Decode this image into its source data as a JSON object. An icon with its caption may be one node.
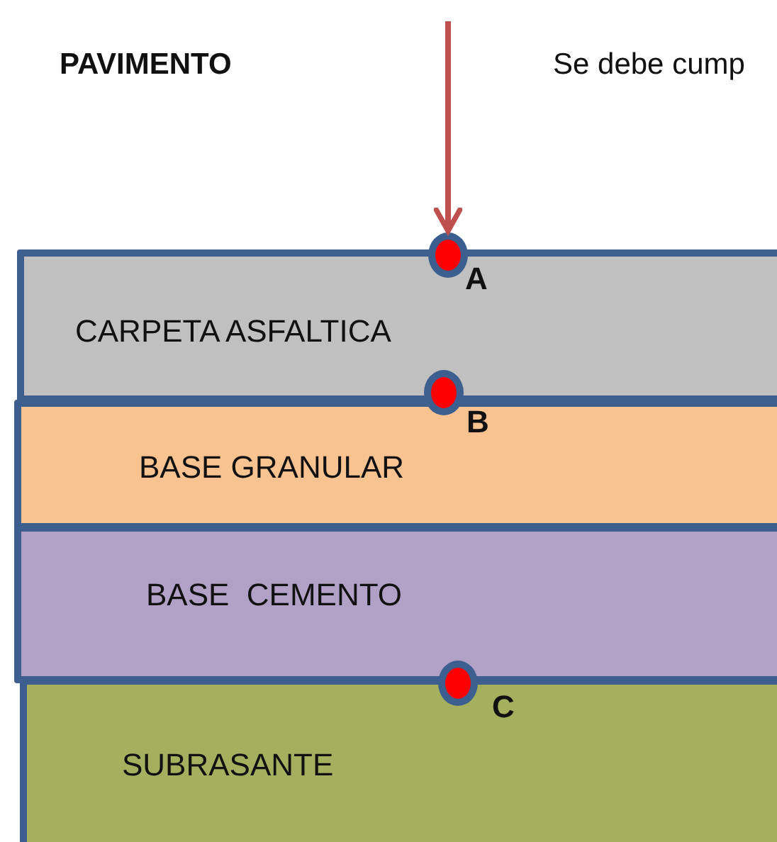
{
  "diagram": {
    "nodes": [
      {
        "text": [
          "CARPETA ASFALTICA"
        ]
      },
      {
        "text": [
          "BASE GRANULAR"
        ]
      },
      {
        "text": [
          "BASE  CEMENTO"
        ]
      },
      {
        "text": [
          "SUBRASANTE"
        ]
      },
      {
        "text": [],
        "shape": "circle",
        "beside": [
          "A"
        ]
      },
      {
        "text": [],
        "shape": "circle",
        "beside": [
          "B"
        ]
      },
      {
        "text": [],
        "shape": "circle",
        "beside": [
          "C"
        ]
      }
    ],
    "edges": [
      {
        "from": null,
        "to": 4,
        "arrow": "to"
      }
    ],
    "labels": [
      "PAVIMENTO",
      "Se debe cump"
    ]
  }
}
